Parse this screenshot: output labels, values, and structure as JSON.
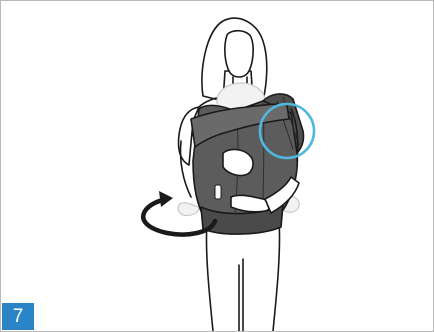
{
  "step": {
    "number": "7"
  },
  "colors": {
    "step_badge": "#2b84c6",
    "highlight_circle": "#4fb8e0",
    "carrier": "#5a5a5a",
    "outline": "#1a1a1a"
  },
  "icons": {
    "rotate_arrow": "curved-rotation-arrow",
    "highlight": "highlight-circle"
  }
}
